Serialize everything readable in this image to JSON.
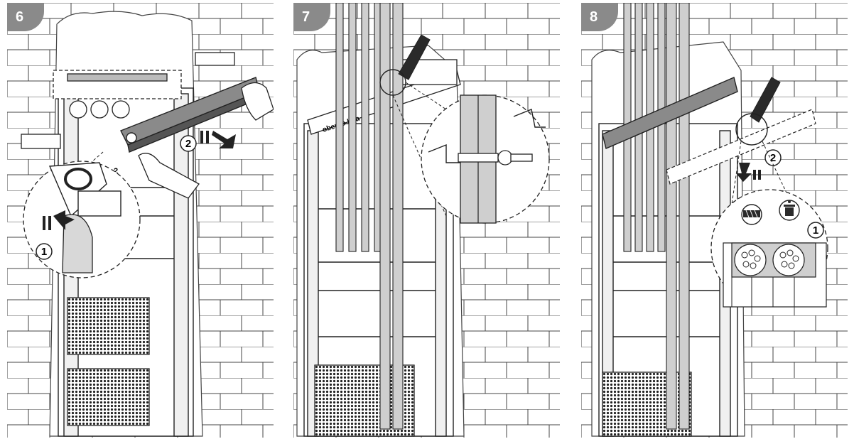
{
  "steps": [
    {
      "number": "6",
      "callouts": [
        "1",
        "2"
      ],
      "scale_numbers": [
        "1",
        "2"
      ]
    },
    {
      "number": "7",
      "brand_text": "oberbo hua"
    },
    {
      "number": "8",
      "callouts": [
        "1",
        "2"
      ]
    }
  ],
  "colors": {
    "line": "#222222",
    "badge": "#8a8a8a",
    "cable": "#cfcfcf",
    "rail": "#9a9a9a",
    "dark_part": "#2a2a2a"
  }
}
